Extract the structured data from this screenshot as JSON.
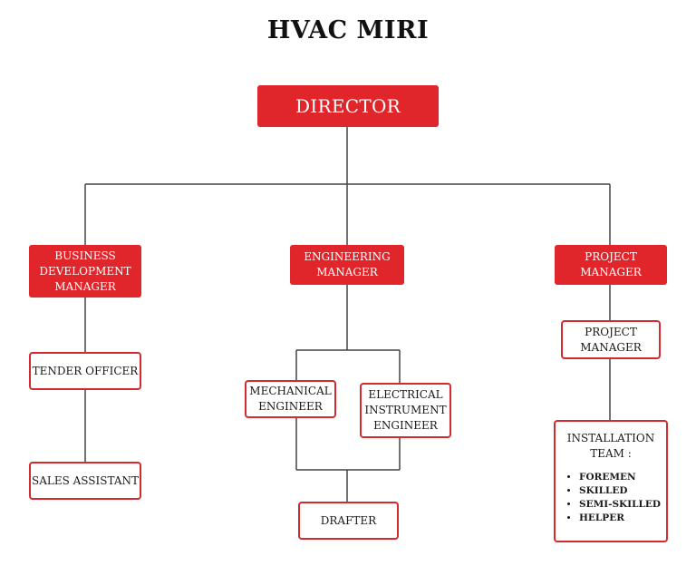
{
  "title": "HVAC MIRI",
  "director": "DIRECTOR",
  "managers": {
    "business": "BUSINESS DEVELOPMENT MANAGER",
    "engineering": "ENGINEERING MANAGER",
    "project": "PROJECT MANAGER"
  },
  "staff": {
    "tender_officer": "TENDER OFFICER",
    "sales_assistant": "SALES ASSISTANT",
    "mechanical_engineer": "MECHANICAL ENGINEER",
    "electrical_engineer": "ELECTRICAL INSTRUMENT ENGINEER",
    "drafter": "DRAFTER",
    "project_manager": "PROJECT MANAGER",
    "installation_team": "INSTALLATION TEAM :",
    "installation_members": [
      "FOREMEN",
      "SKILLED",
      "SEMI-SKILLED",
      "HELPER"
    ]
  },
  "colors": {
    "accent": "#e1262b",
    "line": "#444444"
  }
}
